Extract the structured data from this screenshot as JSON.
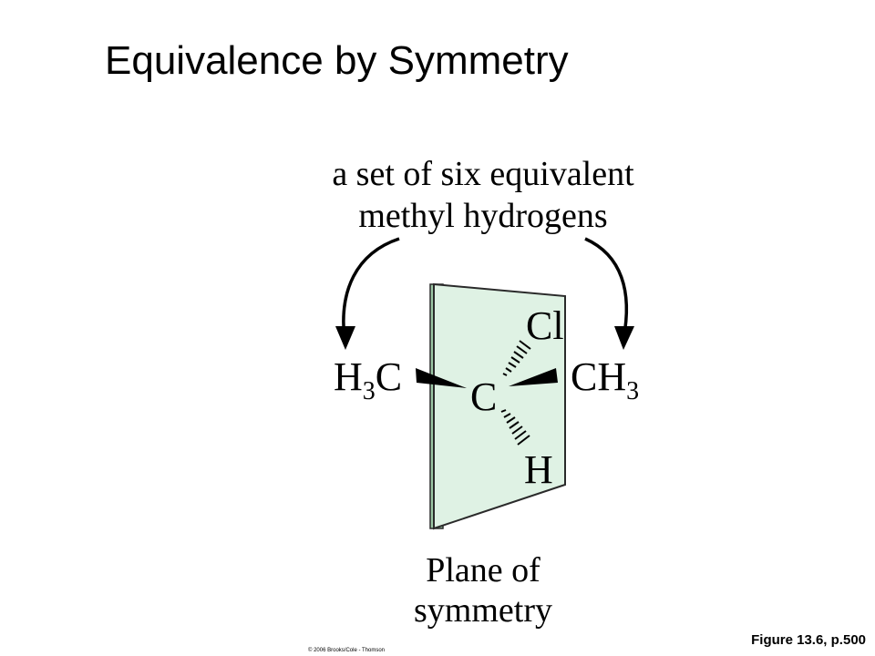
{
  "title": "Equivalence by Symmetry",
  "diagram": {
    "top_label": {
      "line1": "a set of six equivalent",
      "line2": "methyl hydrogens"
    },
    "atoms": {
      "left_methyl": {
        "base": "H",
        "sub": "3",
        "suffix": "C"
      },
      "right_methyl": {
        "base": "CH",
        "sub": "3"
      },
      "center": "C",
      "chlorine": "Cl",
      "hydrogen": "H"
    },
    "plane_label": {
      "line1": "Plane of",
      "line2": "symmetry"
    },
    "colors": {
      "plane_face": "#dff2e4",
      "plane_edge": "#9cc7a5",
      "ink": "#000000"
    }
  },
  "figure_ref": "Figure 13.6, p.500",
  "copyright": "© 2006 Brooks/Cole - Thomson"
}
